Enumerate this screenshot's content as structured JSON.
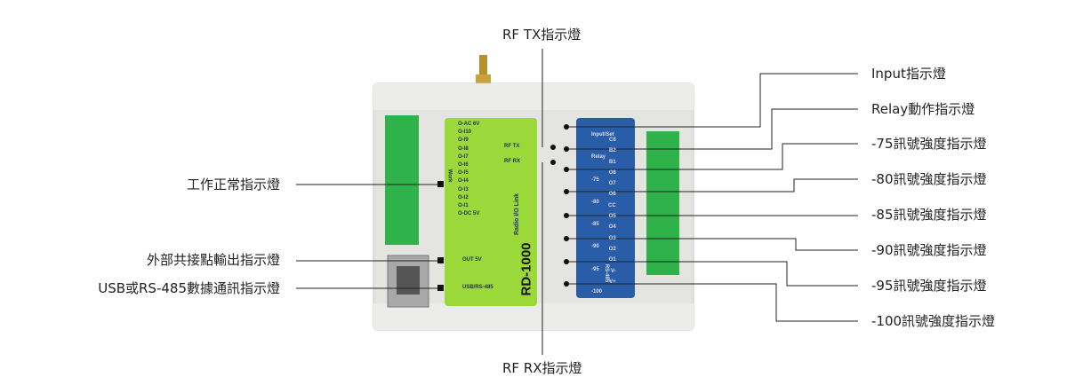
{
  "callouts": {
    "top": "RF TX指示燈",
    "bottom": "RF RX指示燈",
    "left": [
      "工作正常指示燈",
      "外部共接點輸出指示燈",
      "USB或RS-485數據通訊指示燈"
    ],
    "right": [
      "Input指示燈",
      "Relay動作指示燈",
      "-75訊號強度指示燈",
      "-80訊號強度指示燈",
      "-85訊號強度指示燈",
      "-90訊號強度指示燈",
      "-95訊號強度指示燈",
      "-100訊號強度指示燈"
    ]
  },
  "device": {
    "model": "RD-1000",
    "subtitle": "Radio I/O Link",
    "work": "Work",
    "green_labels": [
      "O-AC 6V",
      "O-I10",
      "O-I9",
      "O-I8",
      "O-I7",
      "O-I6",
      "O-I5",
      "O-I4",
      "O-I3",
      "O-I2",
      "O-I1",
      "O-DC 5V"
    ],
    "out": "OUT 5V",
    "usb": "USB/RS-485",
    "rf_tx": "RF TX",
    "rf_rx": "RF RX",
    "blue_leds": [
      "Input/Set",
      "Relay",
      "-75",
      "-80",
      "-85",
      "-90",
      "-95",
      "-100"
    ],
    "blue_terms": [
      "C8",
      "B2",
      "B1",
      "O8",
      "O7",
      "O6",
      "CC",
      "O5",
      "O4",
      "O3",
      "O2",
      "O1",
      "V-",
      "V+"
    ],
    "rs485": "RS-485"
  },
  "colors": {
    "green": "#9bd93a",
    "blue": "#2a5da8",
    "case": "#e4e4e0",
    "terminal": "#2fb24a"
  }
}
